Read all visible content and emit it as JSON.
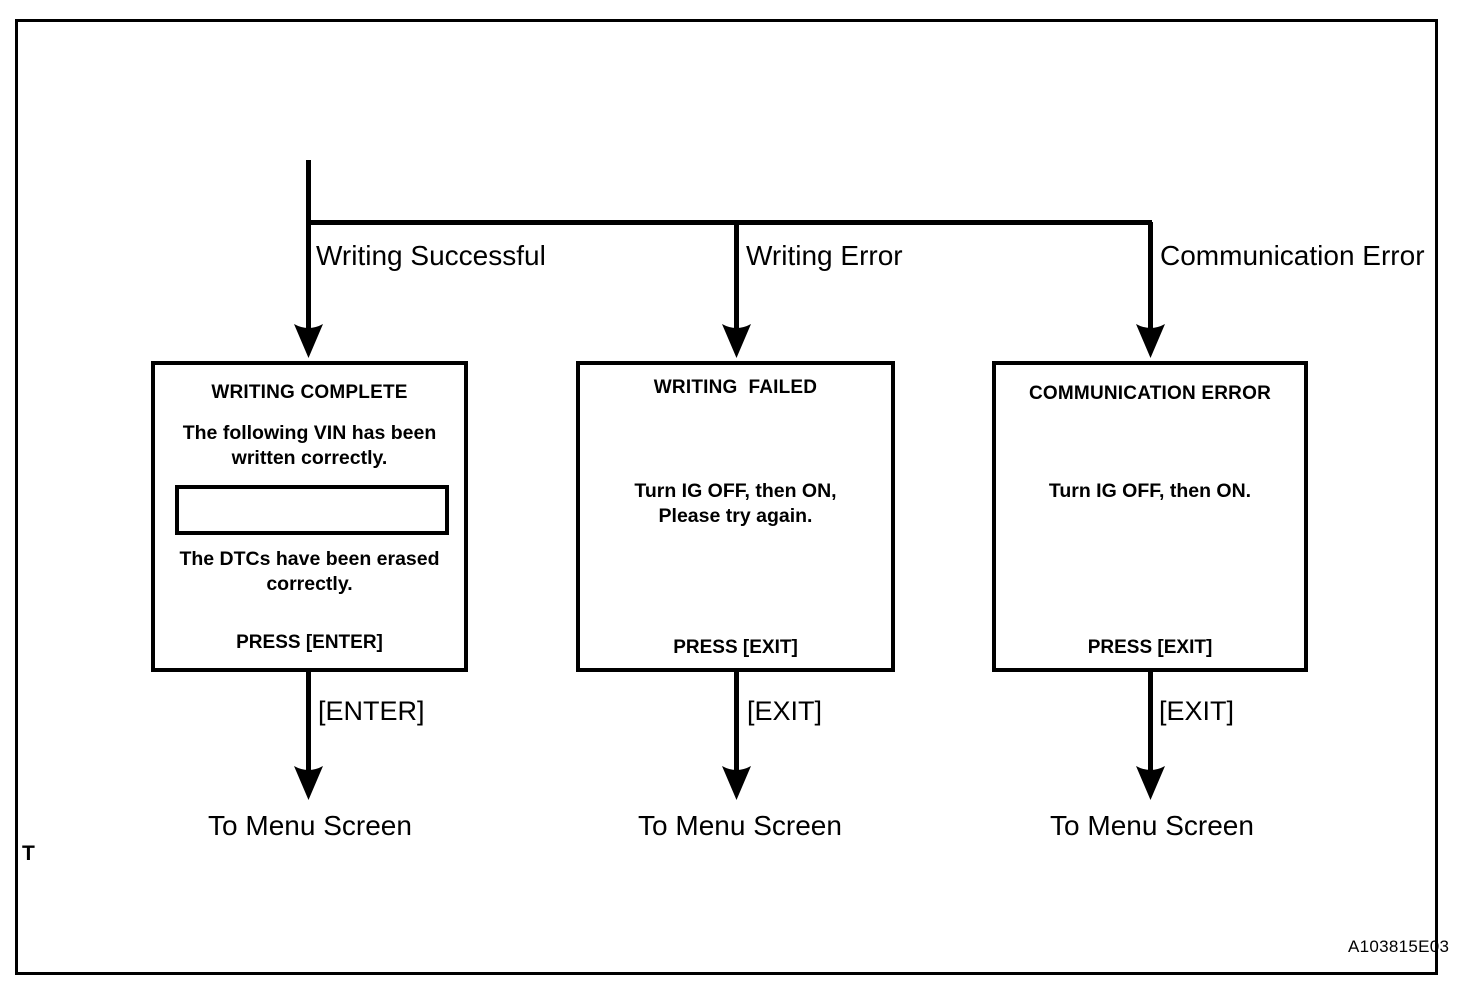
{
  "figure": {
    "id_code": "A103815E03",
    "edge_marker": "T"
  },
  "branches": [
    {
      "label": "Writing Successful"
    },
    {
      "label": "Writing Error"
    },
    {
      "label": "Communication Error"
    }
  ],
  "screens": {
    "writing_complete": {
      "title": "WRITING COMPLETE",
      "line1": "The following VIN has been\nwritten correctly.",
      "vin_value": "",
      "line2": "The DTCs have been erased\ncorrectly.",
      "press": "PRESS [ENTER]"
    },
    "writing_failed": {
      "title": "WRITING  FAILED",
      "body": "Turn IG OFF, then ON,\nPlease try again.",
      "press": "PRESS [EXIT]"
    },
    "communication_error": {
      "title": "COMMUNICATION ERROR",
      "body": "Turn IG OFF, then ON.",
      "press": "PRESS [EXIT]"
    }
  },
  "key_labels": {
    "enter": "[ENTER]",
    "exit_1": "[EXIT]",
    "exit_2": "[EXIT]"
  },
  "terminals": [
    {
      "label": "To Menu Screen"
    },
    {
      "label": "To Menu Screen"
    },
    {
      "label": "To Menu Screen"
    }
  ],
  "colors": {
    "line": "#000000",
    "background": "#ffffff"
  }
}
